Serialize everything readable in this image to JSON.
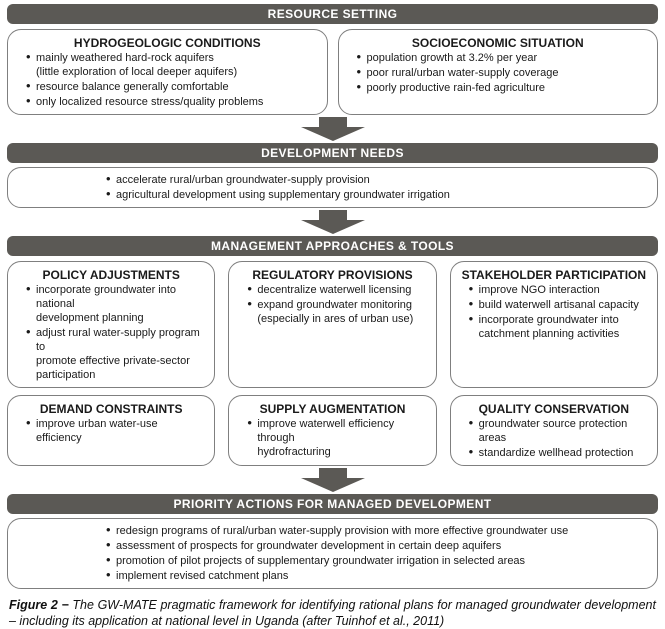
{
  "colors": {
    "bar": "#5b5955",
    "border": "#7f7f7f"
  },
  "resource": {
    "header": "RESOURCE SETTING",
    "boxes": [
      {
        "title": "HYDROGEOLOGIC CONDITIONS",
        "bullets": [
          "mainly weathered hard-rock aquifers\n(little exploration of local deeper aquifers)",
          "resource balance generally comfortable",
          "only localized resource stress/quality problems"
        ]
      },
      {
        "title": "SOCIOECONOMIC SITUATION",
        "bullets": [
          "population growth at 3.2% per year",
          "poor rural/urban water-supply coverage",
          "poorly productive rain-fed agriculture"
        ]
      }
    ]
  },
  "development": {
    "header": "DEVELOPMENT NEEDS",
    "bullets": [
      "accelerate rural/urban groundwater-supply provision",
      "agricultural development using supplementary groundwater irrigation"
    ]
  },
  "management": {
    "header": "MANAGEMENT APPROACHES & TOOLS",
    "boxes": [
      {
        "title": "POLICY ADJUSTMENTS",
        "bullets": [
          "incorporate groundwater into national\ndevelopment planning",
          "adjust rural water-supply program to\npromote effective private-sector participation"
        ]
      },
      {
        "title": "REGULATORY PROVISIONS",
        "bullets": [
          "decentralize waterwell licensing",
          "expand groundwater monitoring\n(especially in ares of urban use)"
        ]
      },
      {
        "title": "STAKEHOLDER PARTICIPATION",
        "bullets": [
          "improve NGO interaction",
          "build waterwell artisanal capacity",
          "incorporate groundwater into\ncatchment planning activities"
        ]
      },
      {
        "title": "DEMAND CONSTRAINTS",
        "bullets": [
          "improve urban water-use efficiency"
        ]
      },
      {
        "title": "SUPPLY AUGMENTATION",
        "bullets": [
          "improve waterwell efficiency through\nhydrofracturing"
        ]
      },
      {
        "title": "QUALITY CONSERVATION",
        "bullets": [
          "groundwater source protection areas",
          "standardize wellhead protection"
        ]
      }
    ]
  },
  "priority": {
    "header": "PRIORITY ACTIONS FOR MANAGED DEVELOPMENT",
    "bullets": [
      "redesign programs of rural/urban water-supply provision with more effective groundwater use",
      "assessment of prospects for groundwater development in certain deep aquifers",
      "promotion of pilot projects of supplementary groundwater irrigation in selected areas",
      "implement revised catchment plans"
    ]
  },
  "caption": {
    "label": "Figure 2",
    "dash": "−",
    "text": "The GW-MATE pragmatic framework for identifying rational plans for managed groundwater development – including its application at national level in Uganda (after Tuinhof et al., 2011)"
  }
}
